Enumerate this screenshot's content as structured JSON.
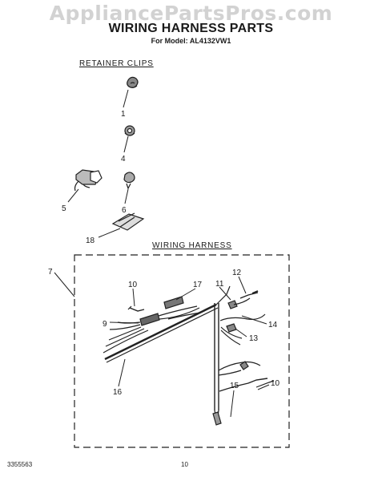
{
  "watermark": "AppliancePartsPros.com",
  "title": "WIRING HARNESS PARTS",
  "model": "For Model: AL4132VW1",
  "sections": {
    "retainer_clips": "RETAINER CLIPS",
    "wiring_harness": "WIRING HARNESS"
  },
  "callouts": [
    "1",
    "4",
    "5",
    "6",
    "18",
    "7",
    "10",
    "17",
    "11",
    "12",
    "9",
    "14",
    "13",
    "16",
    "15",
    "10"
  ],
  "footer": {
    "doc_number": "3355563",
    "page_number": "10"
  }
}
